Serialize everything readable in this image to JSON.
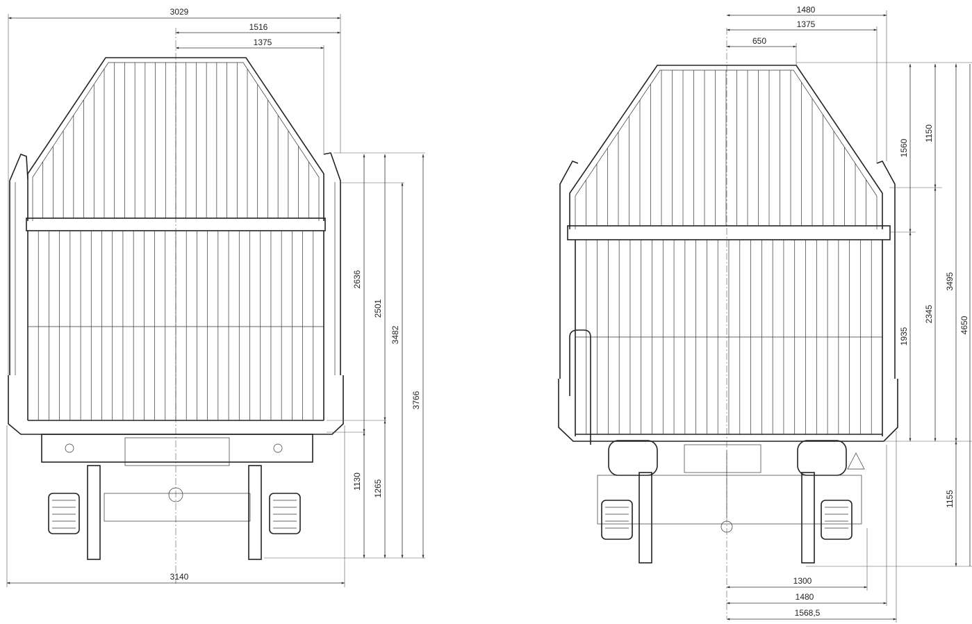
{
  "colors": {
    "line": "#222222",
    "background": "#ffffff"
  },
  "left_view": {
    "dims": {
      "overall_width": "3029",
      "half_width": "1516",
      "inner_half": "1375",
      "h_2636": "2636",
      "h_2501": "2501",
      "h_3482": "3482",
      "h_3766": "3766",
      "h_1130": "1130",
      "h_1265": "1265",
      "bottom_width": "3140"
    }
  },
  "right_view": {
    "dims": {
      "top_1480": "1480",
      "top_1375": "1375",
      "top_650": "650",
      "v_1560": "1560",
      "v_1150": "1150",
      "v_3495": "3495",
      "v_1935": "1935",
      "v_2345": "2345",
      "v_4650": "4650",
      "v_1155": "1155",
      "bottom_1300": "1300",
      "bottom_1480": "1480",
      "bottom_1568": "1568,5"
    }
  }
}
